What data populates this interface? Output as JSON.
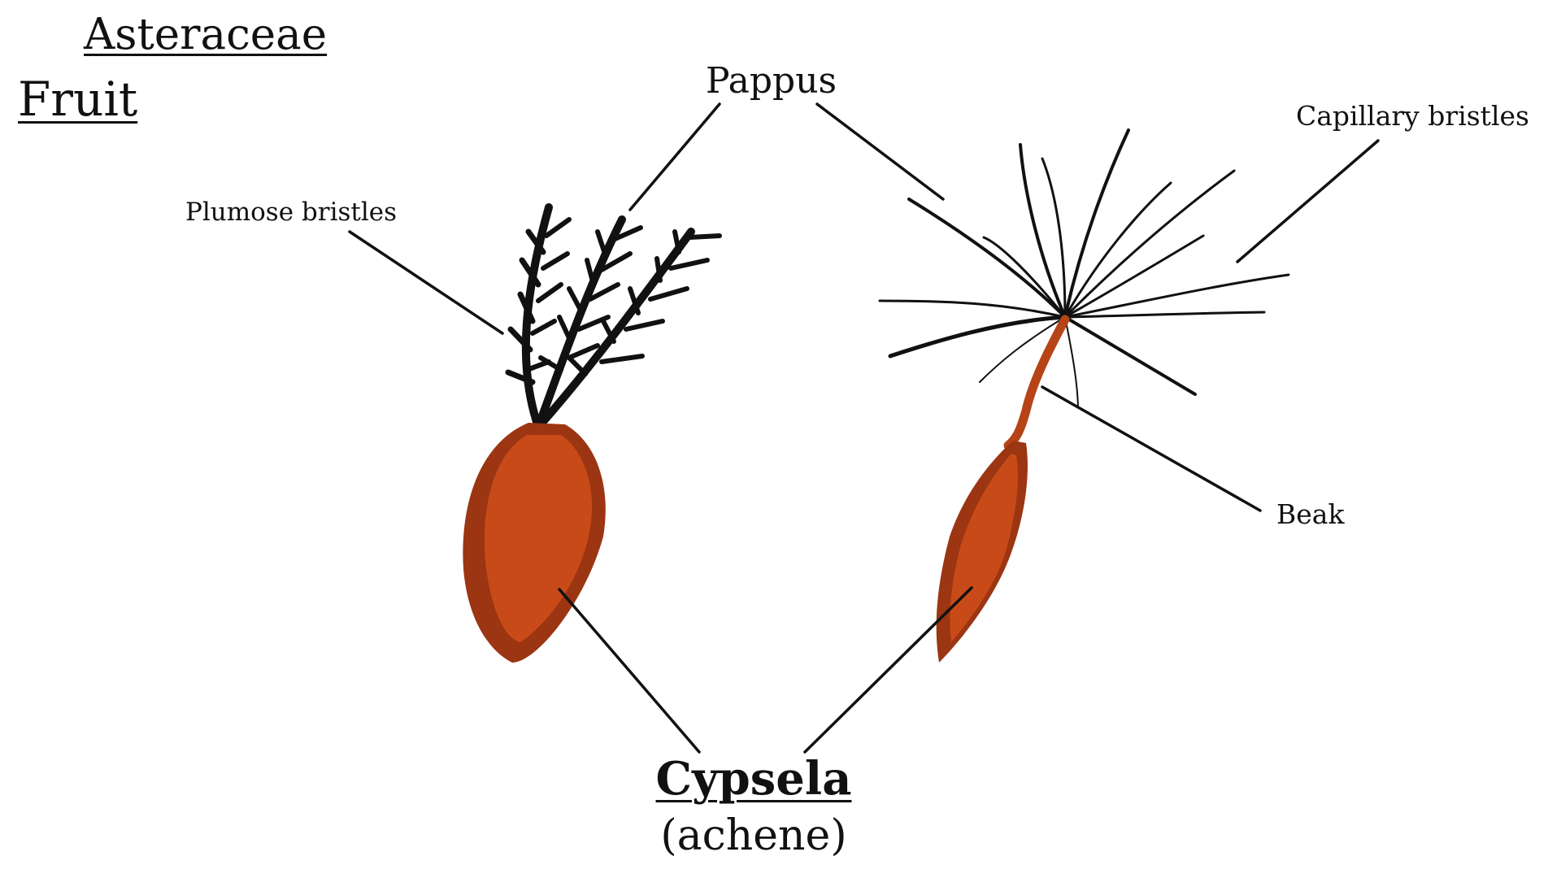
{
  "labels": {
    "family": "Asteraceae",
    "section": "Fruit",
    "pappus": "Pappus",
    "plumose_bristles": "Plumose bristles",
    "capillary_bristles": "Capillary bristles",
    "beak": "Beak",
    "fruit_name": "Cypsela",
    "fruit_alt": "(achene)"
  },
  "colors": {
    "achene_fill": "#c94a19",
    "achene_edge": "#9b3512",
    "bristle": "#111111",
    "leader_line": "#111111",
    "background": "#ffffff"
  }
}
